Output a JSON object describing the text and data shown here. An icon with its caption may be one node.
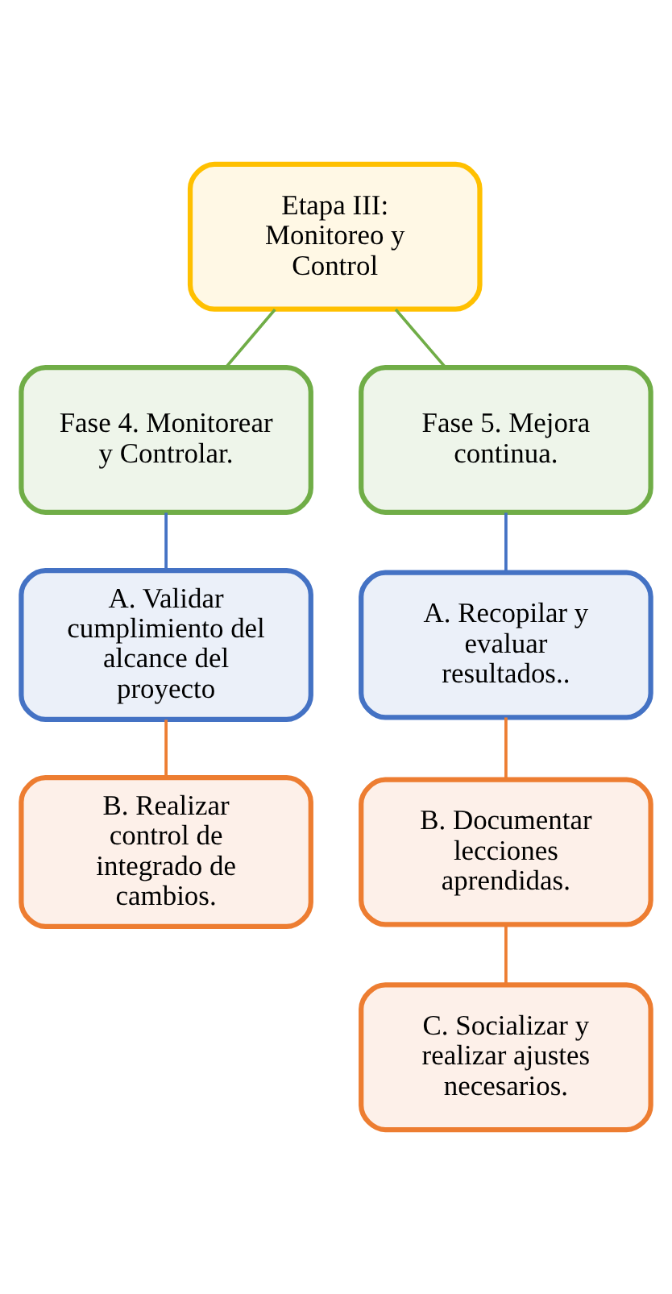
{
  "diagram": {
    "nodes": [
      {
        "text": [
          "Etapa III: Monitoreo y Control"
        ]
      },
      {
        "text": [
          "Fase 4. Monitorear y Controlar."
        ]
      },
      {
        "text": [
          "Fase 5. Mejora continua."
        ]
      },
      {
        "text": [
          "A. Validar cumplimiento del alcance del proyecto"
        ]
      },
      {
        "text": [
          "B. Realizar control de integrado de cambios."
        ]
      },
      {
        "text": [
          "A. Recopilar y evaluar resultados.."
        ]
      },
      {
        "text": [
          "B. Documentar lecciones aprendidas."
        ]
      },
      {
        "text": [
          "C. Socializar y realizar ajustes necesarios."
        ]
      }
    ],
    "edges": [
      {
        "from": 0,
        "to": 1,
        "arrow": "none",
        "color": "#70ad47"
      },
      {
        "from": 0,
        "to": 2,
        "arrow": "none",
        "color": "#70ad47"
      },
      {
        "from": 1,
        "to": 3,
        "arrow": "none",
        "color": "#4472c4"
      },
      {
        "from": 3,
        "to": 4,
        "arrow": "none",
        "color": "#ed7d31"
      },
      {
        "from": 2,
        "to": 5,
        "arrow": "none",
        "color": "#4472c4"
      },
      {
        "from": 5,
        "to": 6,
        "arrow": "none",
        "color": "#ed7d31"
      },
      {
        "from": 6,
        "to": 7,
        "arrow": "none",
        "color": "#ed7d31"
      }
    ]
  }
}
